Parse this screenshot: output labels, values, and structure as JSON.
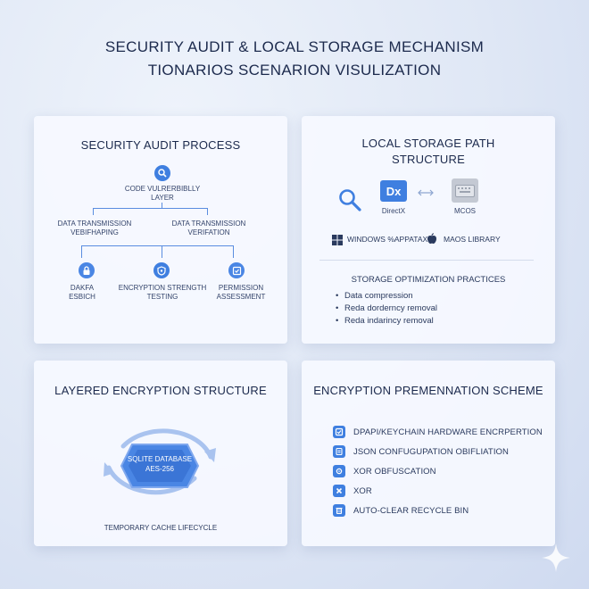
{
  "title_line1": "SECURITY AUDIT & LOCAL STORAGE MECHANISM",
  "title_line2": "TIONARIOS SCENARION VISULIZATION",
  "audit": {
    "title": "SECURITY AUDIT PROCESS",
    "top_node_l1": "CODE VULRERBIBLLY",
    "top_node_l2": "LAYER",
    "mid_left_l1": "DATA TRANSMISSION",
    "mid_left_l2": "VEBIFHAPING",
    "mid_right_l1": "DATA TRANSMISSION",
    "mid_right_l2": "VERIFATION",
    "leaf1_l1": "DAKFA",
    "leaf1_l2": "ESBICH",
    "leaf2_l1": "ENCRYPTION STRENGTH",
    "leaf2_l2": "TESTING",
    "leaf3_l1": "PERMISSION",
    "leaf3_l2": "ASSESSMENT"
  },
  "storage": {
    "title_l1": "LOCAL STORAGE PATH",
    "title_l2": "STRUCTURE",
    "dx_logo": "Dx",
    "directx_label": "DirectX",
    "macos_label": "MCOS",
    "windows_label": "WINDOWS %APPATAX",
    "mac_lib_label": "MAOS LIBRARY",
    "practices_title": "STORAGE OPTIMIZATION PRACTICES",
    "practices": [
      "Data compression",
      "Reda dorderncy removal",
      "Reda indarincy removal"
    ]
  },
  "layered": {
    "title": "LAYERED ENCRYPTION STRUCTURE",
    "db_label": "SQLITE DATABASE",
    "db_sub": "AES-256",
    "cache_label": "TEMPORARY CACHE LIFECYCLE"
  },
  "scheme": {
    "title": "ENCRYPTION PREMENNATION SCHEME",
    "items": [
      "DPAPI/KEYCHAIN HARDWARE ENCRPERTION",
      "JSON CONFUGUPATION OBIFLIATION",
      "XOR OBFUSCATION",
      "XOR",
      "AUTO-CLEAR RECYCLE BIN"
    ]
  },
  "colors": {
    "accent": "#3f7fe0",
    "title_text": "#1c2a4d"
  }
}
